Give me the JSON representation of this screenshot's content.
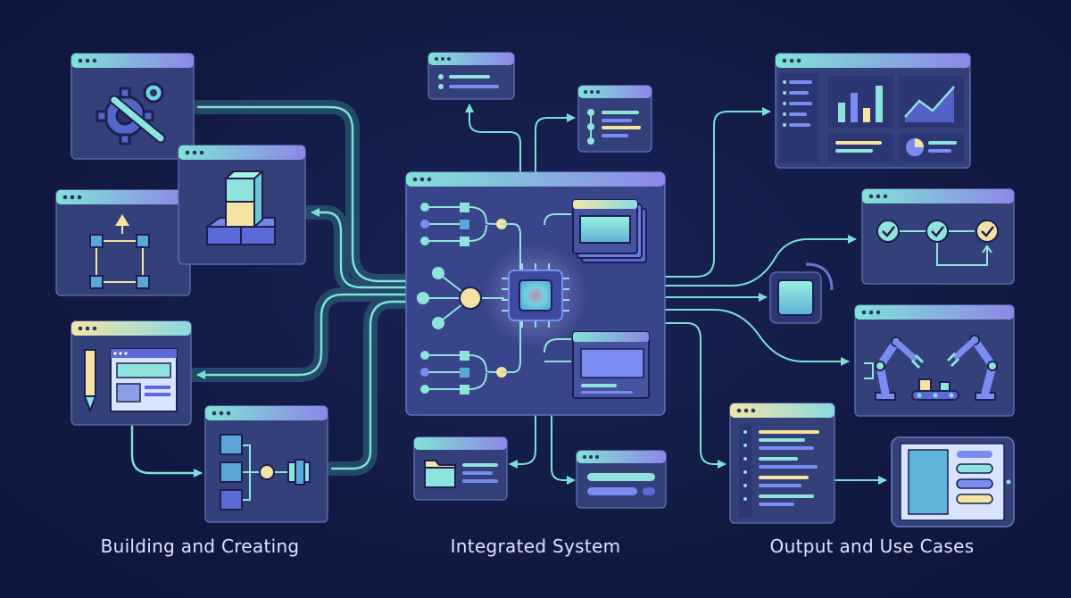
{
  "captions": {
    "left": "Building and Creating",
    "center": "Integrated System",
    "right": "Output and Use Cases"
  },
  "sections": [
    {
      "id": "left",
      "cards": [
        "gear-wrench-icon",
        "node-graph-icon",
        "stacked-cubes-icon",
        "pencil-wireframe-icon",
        "flowchart-icon"
      ]
    },
    {
      "id": "center",
      "cards": [
        "central-processor-chip-icon",
        "list-panel-icon",
        "timeline-icon",
        "folder-icon",
        "stacked-screens-icon"
      ]
    },
    {
      "id": "right",
      "cards": [
        "dashboard-chart-icon",
        "checkmark-workflow-icon",
        "device-tile-icon",
        "robot-arms-icon",
        "code-list-icon",
        "tablet-app-icon"
      ]
    }
  ],
  "colors": {
    "background": "#121a44",
    "card_fill": "#34407a",
    "card_border": "#5868a8",
    "accent_teal": "#7fe3d6",
    "accent_blue": "#7a8cf2",
    "accent_yellow": "#f4e3a2",
    "connector": "#79e1d7"
  }
}
